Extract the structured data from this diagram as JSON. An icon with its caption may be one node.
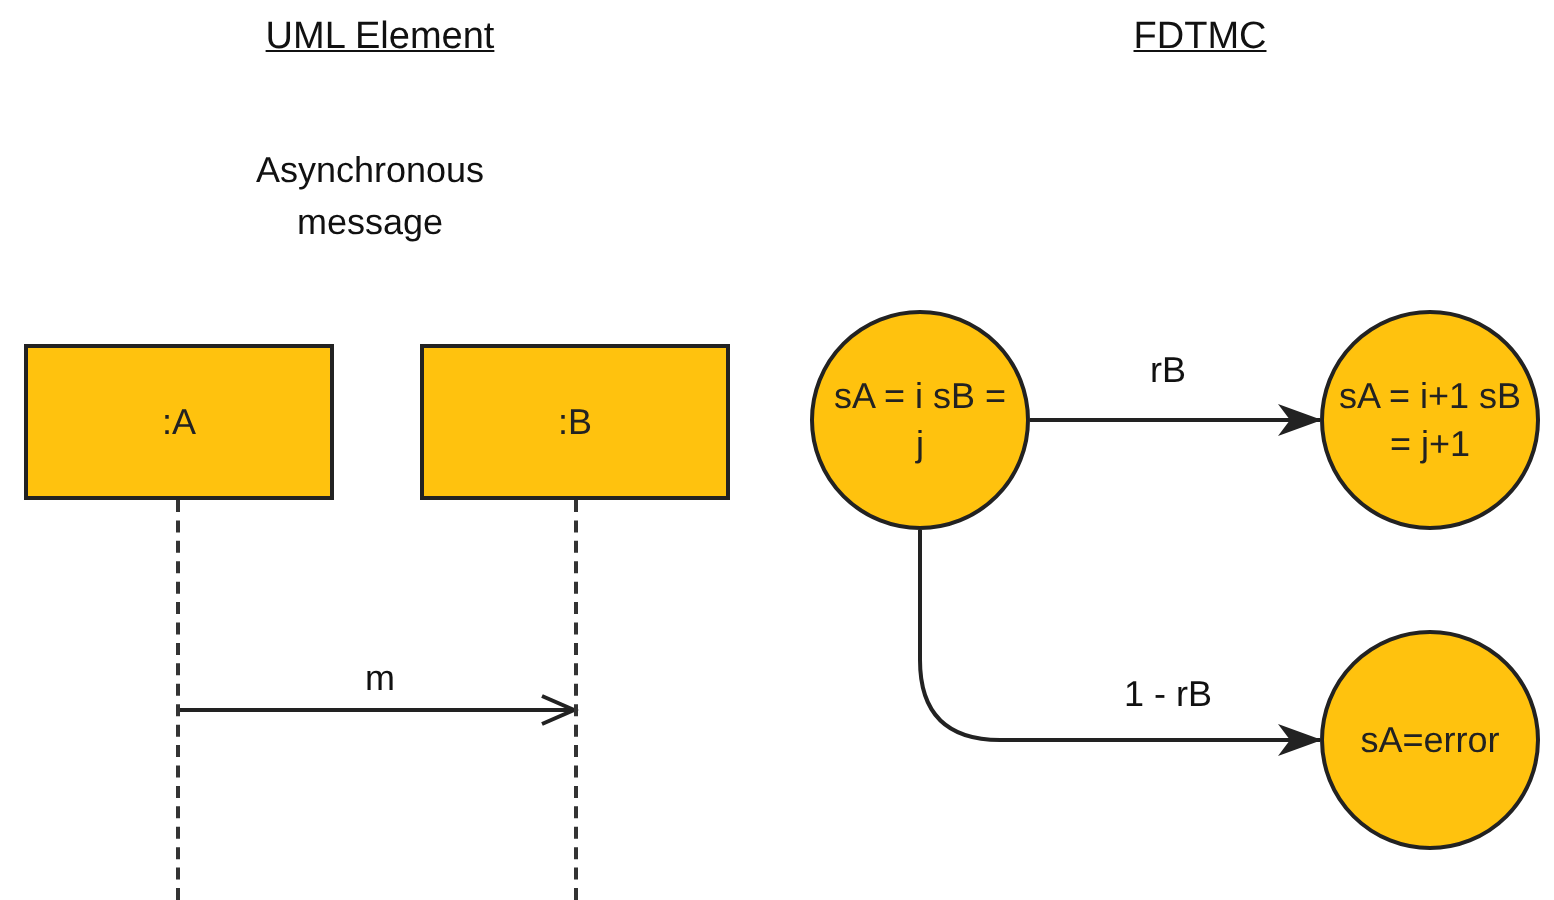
{
  "diagram": {
    "nodes": [
      {
        "text": [
          ":A"
        ]
      },
      {
        "text": [
          ":B"
        ]
      },
      {
        "text": [],
        "shape": "line"
      },
      {
        "text": [],
        "shape": "line"
      },
      {
        "text": [
          "sA = i sB = j"
        ]
      },
      {
        "text": [
          "sA = i+1 sB = j+1"
        ]
      },
      {
        "text": [
          "sA=error"
        ]
      }
    ],
    "edges": [
      {
        "from": 2,
        "to": 3,
        "arrow": "to",
        "label": "m"
      },
      {
        "from": 4,
        "to": 5,
        "arrow": "to",
        "label": "rB"
      },
      {
        "from": 4,
        "to": 6,
        "arrow": "to",
        "label": "1 - rB"
      }
    ],
    "labels": [
      "UML Element",
      "FDTMC",
      "Asynchronous message"
    ]
  }
}
